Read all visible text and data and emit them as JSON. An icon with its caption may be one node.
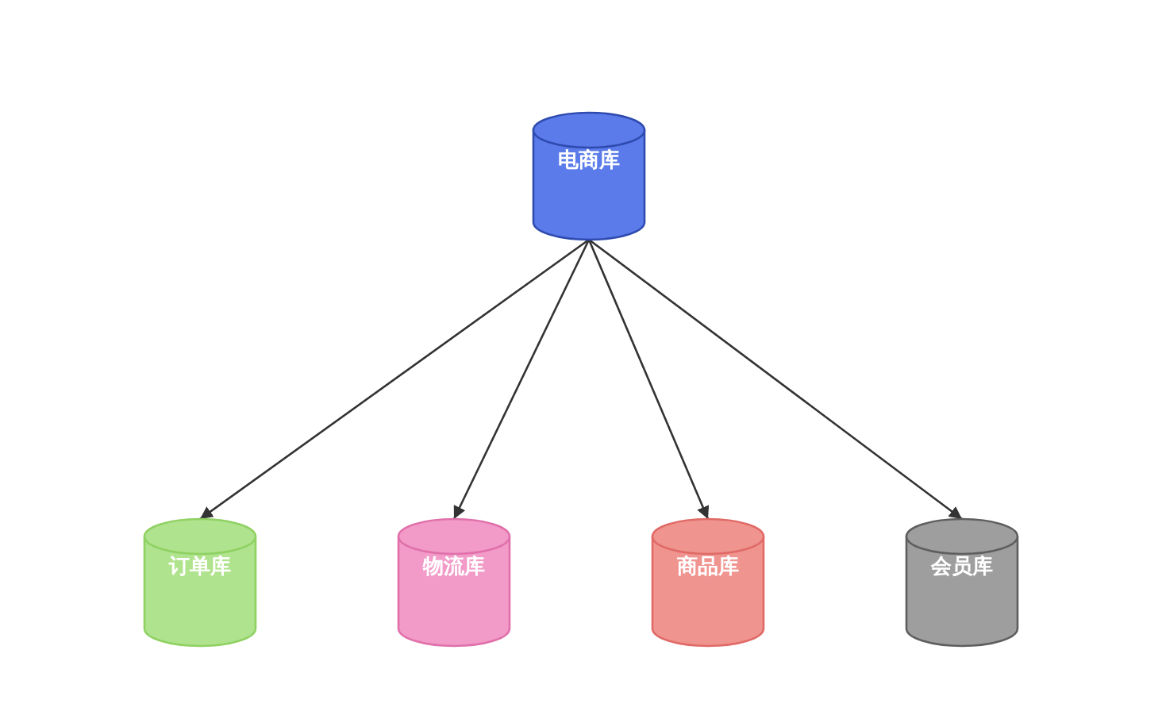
{
  "diagram": {
    "nodes": [
      {
        "text": [
          "电商库"
        ]
      },
      {
        "text": [
          "订单库"
        ]
      },
      {
        "text": [
          "物流库"
        ]
      },
      {
        "text": [
          "商品库"
        ]
      },
      {
        "text": [
          "会员库"
        ]
      }
    ],
    "edges": [
      {
        "from": 0,
        "to": 1,
        "arrow": "to"
      },
      {
        "from": 0,
        "to": 2,
        "arrow": "to"
      },
      {
        "from": 0,
        "to": 3,
        "arrow": "to"
      },
      {
        "from": 0,
        "to": 4,
        "arrow": "to"
      }
    ]
  }
}
